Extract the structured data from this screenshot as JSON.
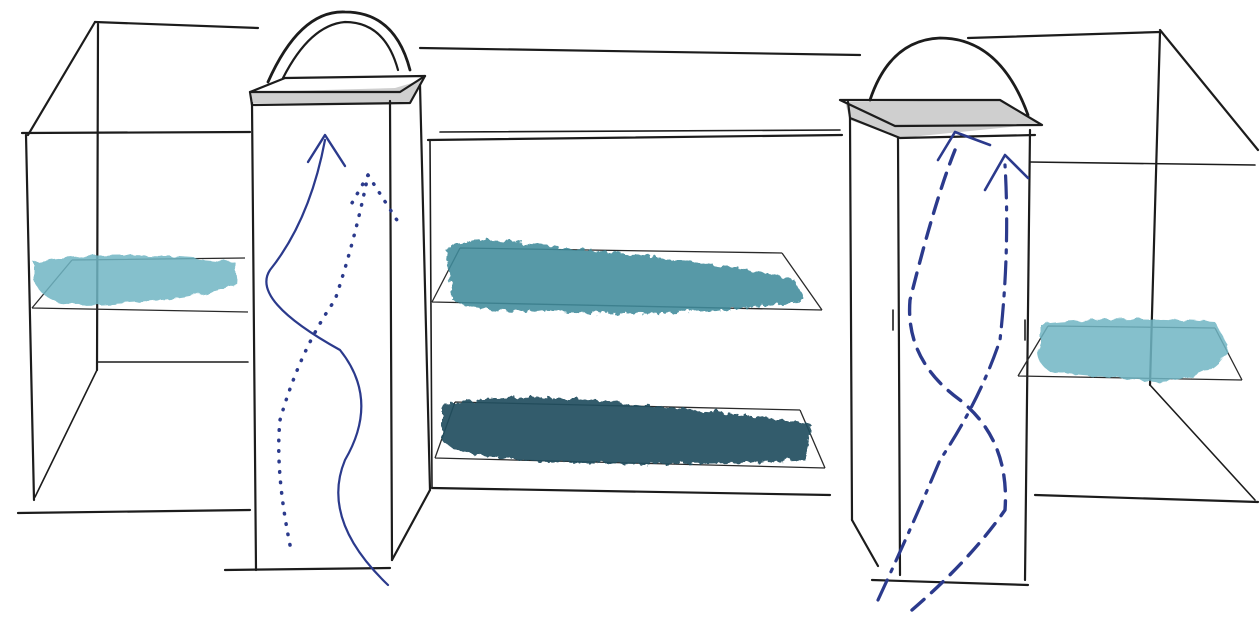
{
  "drawing": {
    "colors": {
      "ink": "#1c1c1c",
      "airflow": "#2b3a8c",
      "wash_light": "#6fb6c4",
      "wash_mid": "#3f8c9c",
      "wash_dark": "#234f60",
      "cap_shadow": "#a8a8a8"
    },
    "airflow_styles": {
      "left_tower": [
        "solid",
        "dotted"
      ],
      "right_tower": [
        "dash-dot",
        "dashed"
      ]
    }
  }
}
